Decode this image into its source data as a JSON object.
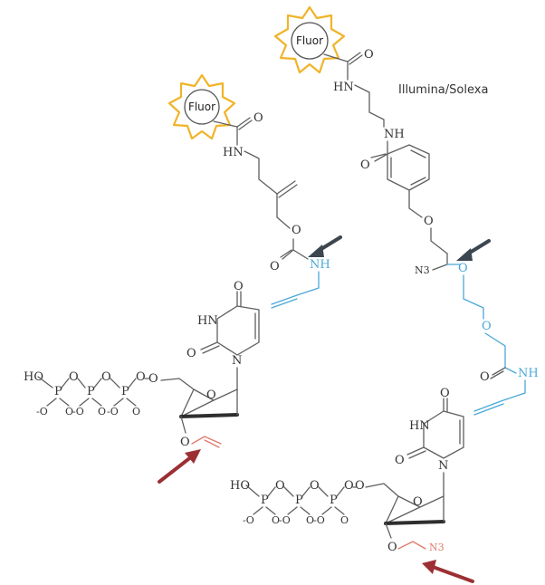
{
  "labels": {
    "fluor_left": "Fluor",
    "fluor_right": "Fluor",
    "title_right": "Illumina/Solexa"
  },
  "atoms": {
    "O": "O",
    "HN": "HN",
    "NH": "NH",
    "N": "N",
    "N3": "N3",
    "HO": "HO",
    "P": "P",
    "Ominus": "-O"
  },
  "colors": {
    "star": "#f0b429",
    "linker": "#4aa8d8",
    "cleavable": "#e07a6a",
    "arrow_dark": "#3b4650",
    "arrow_red": "#9c2f33"
  }
}
